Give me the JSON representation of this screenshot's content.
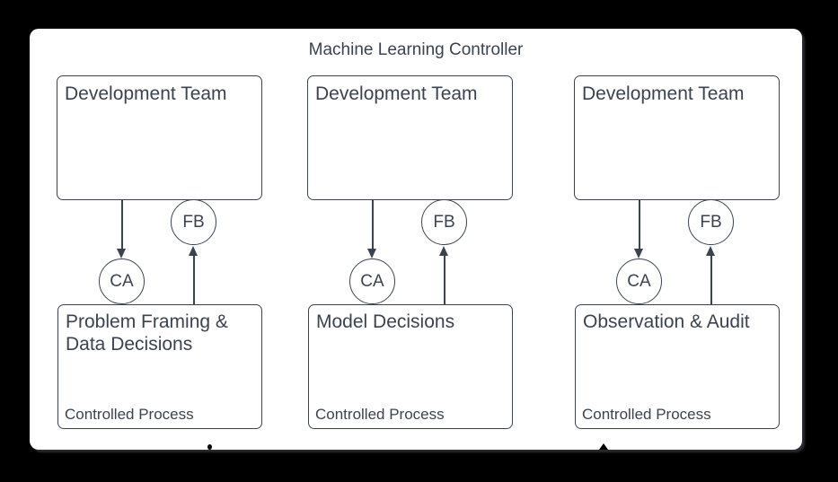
{
  "colors": {
    "canvas": "#000000",
    "panel": "#ffffff",
    "stroke": "#3b4350",
    "text": "#3b4350",
    "artifact": "#000000"
  },
  "diagram": {
    "title": "Machine Learning Controller",
    "columns": [
      {
        "controller": {
          "label": "Development Team"
        },
        "control_action": {
          "label": "CA"
        },
        "feedback": {
          "label": "FB"
        },
        "process": {
          "label": "Problem Framing & Data Decisions",
          "footer": "Controlled Process"
        }
      },
      {
        "controller": {
          "label": "Development Team"
        },
        "control_action": {
          "label": "CA"
        },
        "feedback": {
          "label": "FB"
        },
        "process": {
          "label": "Model Decisions",
          "footer": "Controlled Process"
        }
      },
      {
        "controller": {
          "label": "Development Team"
        },
        "control_action": {
          "label": "CA"
        },
        "feedback": {
          "label": "FB"
        },
        "process": {
          "label": "Observation & Audit",
          "footer": "Controlled Process"
        }
      }
    ]
  }
}
